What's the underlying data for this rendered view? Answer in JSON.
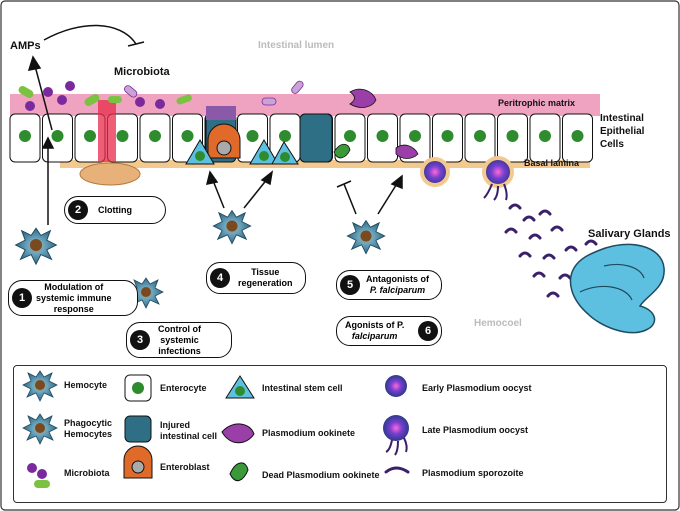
{
  "labels": {
    "amps": "AMPs",
    "microbiota": "Microbiota",
    "intestinal_lumen": "Intestinal lumen",
    "peritrophic_matrix": "Peritrophic matrix",
    "intestinal_epithelial_cells": [
      "Intestinal",
      "Epithelial",
      "Cells"
    ],
    "basal_lamina": "Basal lamina",
    "salivary_glands": "Salivary Glands",
    "hemocoel": "Hemocoel"
  },
  "steps": [
    {
      "num": "1",
      "lines": [
        "Modulation of",
        "systemic immune",
        "response"
      ]
    },
    {
      "num": "2",
      "lines": [
        "Clotting"
      ]
    },
    {
      "num": "3",
      "lines": [
        "Control of",
        "systemic",
        "infections"
      ]
    },
    {
      "num": "4",
      "lines": [
        "Tissue",
        "regeneration"
      ]
    },
    {
      "num": "5",
      "lines": [
        "Antagonists of",
        "P. falciparum"
      ]
    },
    {
      "num": "6",
      "lines": [
        "Agonists of P.",
        "falciparum"
      ]
    }
  ],
  "legend": [
    {
      "icon": "hemocyte",
      "text": "Hemocyte"
    },
    {
      "icon": "phagocytic-hemocyte",
      "text": "Phagocytic\nHemocytes"
    },
    {
      "icon": "microbiota",
      "text": "Microbiota"
    },
    {
      "icon": "enterocyte",
      "text": "Enterocyte"
    },
    {
      "icon": "injured-cell",
      "text": "Injured\nintestinal cell"
    },
    {
      "icon": "enteroblast",
      "text": "Enteroblast"
    },
    {
      "icon": "stem-cell",
      "text": "Intestinal stem cell"
    },
    {
      "icon": "ookinete",
      "text": "Plasmodium ookinete"
    },
    {
      "icon": "dead-ookinete",
      "text": "Dead Plasmodium ookinete"
    },
    {
      "icon": "early-oocyst",
      "text": "Early Plasmodium oocyst"
    },
    {
      "icon": "late-oocyst",
      "text": "Late Plasmodium oocyst"
    },
    {
      "icon": "sporozoite",
      "text": "Plasmodium sporozoite"
    }
  ],
  "colors": {
    "peritrophic": "#f0a3c0",
    "nucleus": "#2e8b2e",
    "injured": "#2f6f86",
    "enteroblast": "#e06a2a",
    "stem": "#5ec0e0",
    "ookinete": "#9b3fa8",
    "basal": "#f3c98f"
  }
}
